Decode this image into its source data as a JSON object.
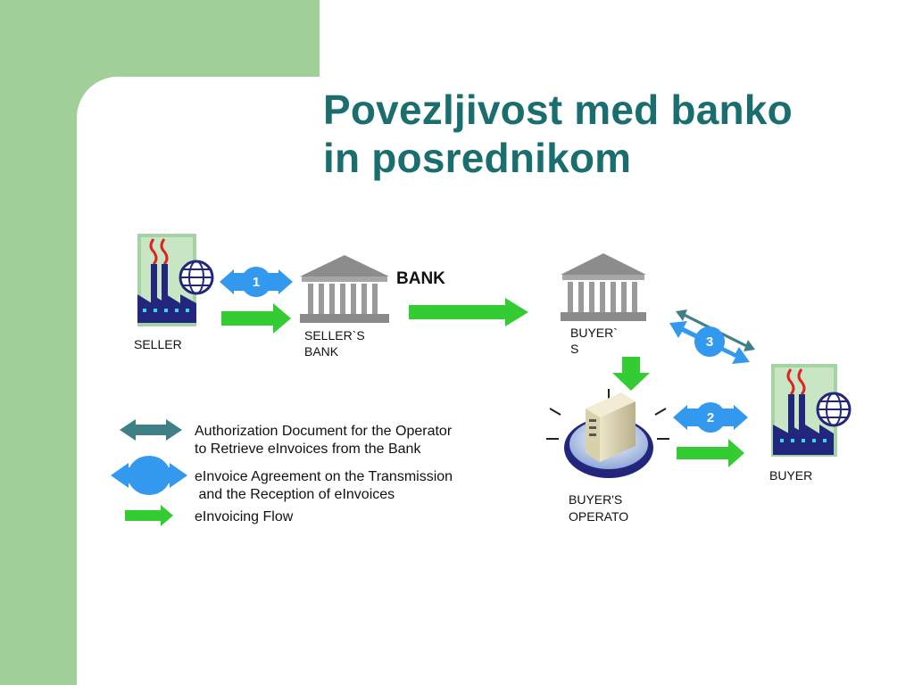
{
  "slide": {
    "title_line1": "Povezljivost med banko",
    "title_line2": "in posrednikom"
  },
  "colors": {
    "background_green": "#a0cf98",
    "title_teal": "#1a6e6e",
    "flow_green": "#33cc33",
    "agreement_blue": "#3399ee",
    "authorization_teal": "#3f7f86"
  },
  "diagram": {
    "nodes": {
      "seller": "SELLER",
      "sellers_bank_line1": "SELLER`S",
      "sellers_bank_line2": "BANK",
      "bank": "BANK",
      "buyers_bank_line1": "BUYER`",
      "buyers_bank_line2": "S",
      "buyers_operator_line1": "BUYER'S",
      "buyers_operator_line2": "OPERATO",
      "buyer": "BUYER"
    },
    "steps": {
      "step1": "1",
      "step2": "2",
      "step3": "3"
    }
  },
  "legend": {
    "authorization_line1": "Authorization Document for the Operator",
    "authorization_line2": "to Retrieve eInvoices from the Bank",
    "agreement_line1": "eInvoice Agreement on the Transmission",
    "agreement_line2": " and the Reception of eInvoices",
    "flow": "eInvoicing Flow"
  }
}
